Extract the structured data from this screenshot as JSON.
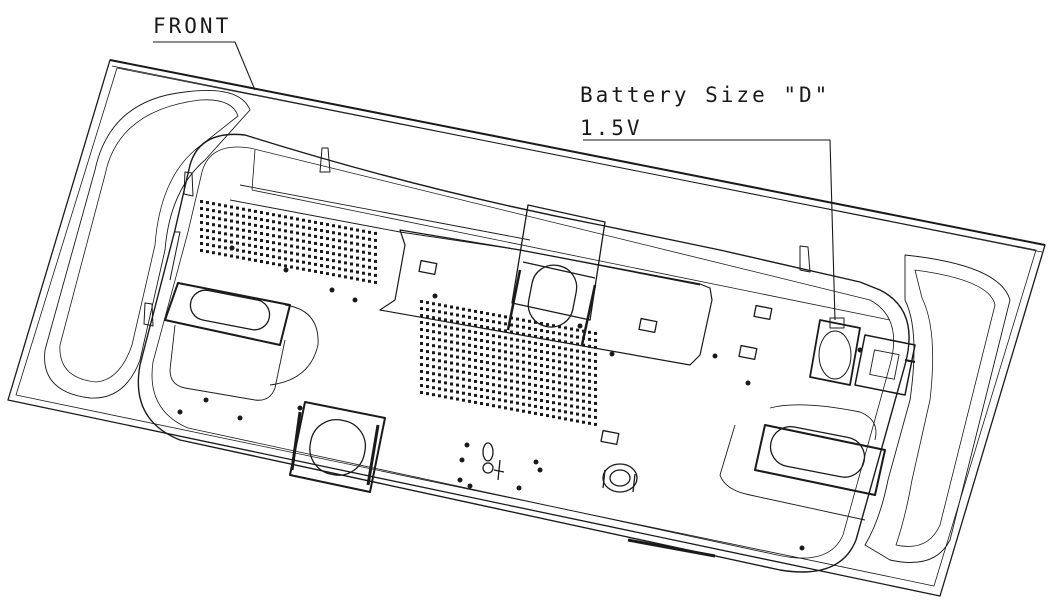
{
  "labels": {
    "front": "FRONT",
    "battery_size": "Battery Size \"D\"",
    "battery_voltage": "1.5V"
  },
  "colors": {
    "line": "#1a1a1a",
    "background": "#ffffff"
  }
}
